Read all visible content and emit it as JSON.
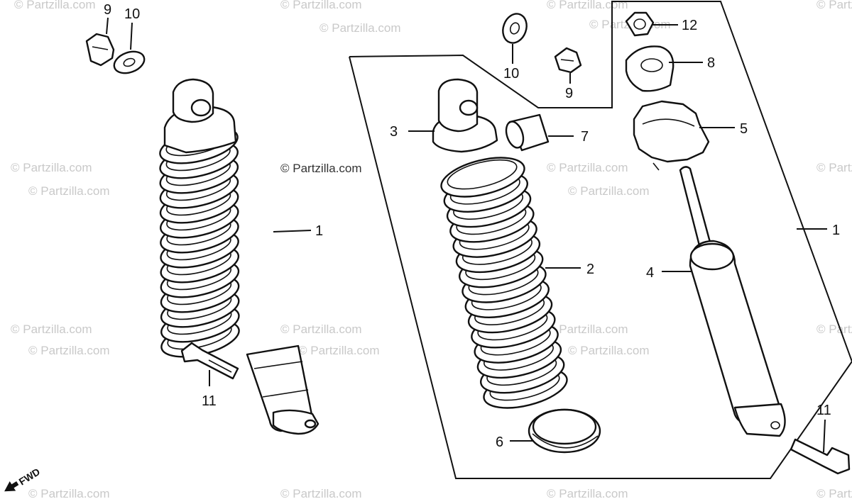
{
  "watermark": {
    "text": "© Partzilla.com",
    "center_text": "© Partzilla.com"
  },
  "direction_label": "FWD",
  "callouts": {
    "c1_left": "1",
    "c1_right": "1",
    "c2": "2",
    "c3": "3",
    "c4": "4",
    "c5": "5",
    "c6": "6",
    "c7": "7",
    "c8": "8",
    "c9_top": "9",
    "c9_mid": "9",
    "c10_top": "10",
    "c10_mid": "10",
    "c11_left": "11",
    "c11_right": "11",
    "c12": "12"
  },
  "colors": {
    "line": "#111111",
    "background": "#ffffff",
    "watermark": "#c9c9c9"
  }
}
